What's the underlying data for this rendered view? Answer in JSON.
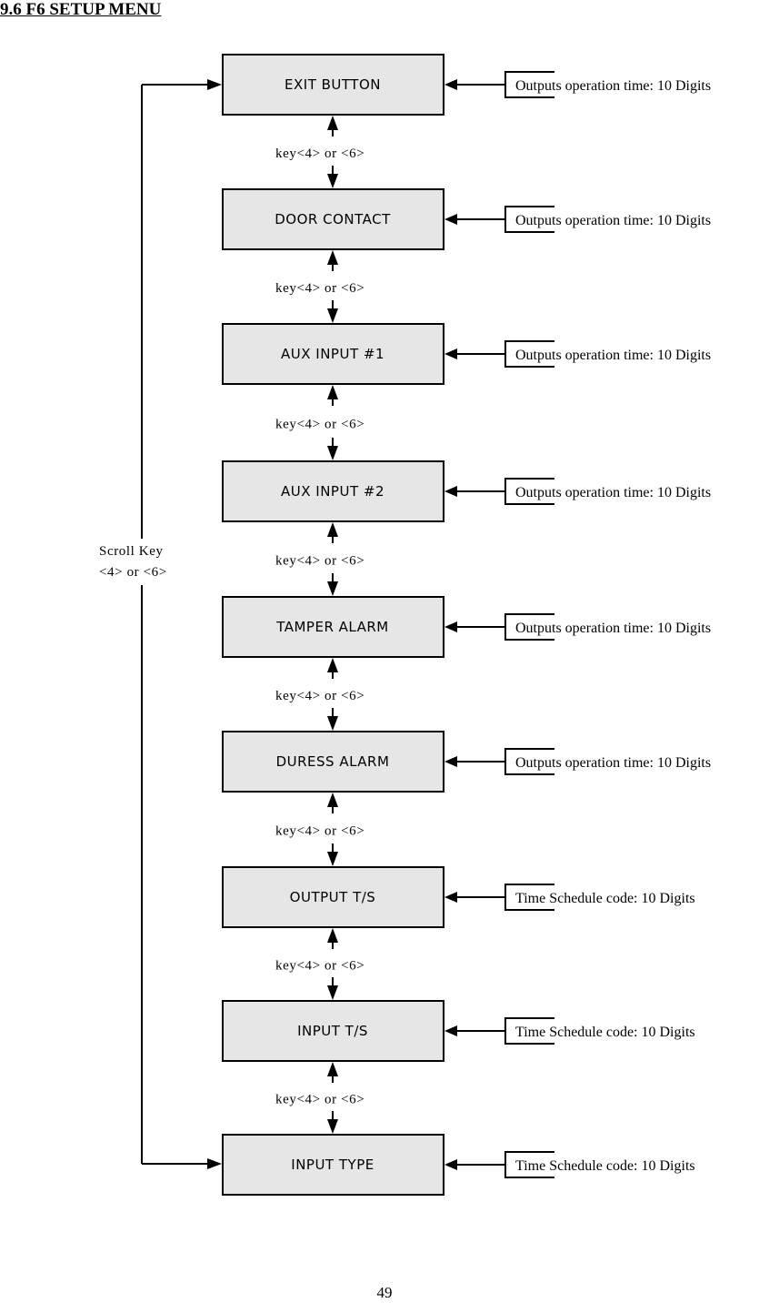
{
  "page": {
    "title": "9.6 F6 SETUP MENU",
    "page_number": "49"
  },
  "menu_items": [
    {
      "label": "EXIT  BUTTON",
      "note": "Outputs operation time: 10 Digits"
    },
    {
      "label": "DOOR CONTACT",
      "note": "Outputs operation time: 10 Digits"
    },
    {
      "label": "AUX INPUT #1",
      "note": "Outputs operation time: 10 Digits"
    },
    {
      "label": "AUX INPUT #2",
      "note": "Outputs operation time: 10 Digits"
    },
    {
      "label": "TAMPER ALARM",
      "note": "Outputs operation time: 10 Digits"
    },
    {
      "label": "DURESS  ALARM",
      "note": "Outputs operation time: 10 Digits"
    },
    {
      "label": "OUTPUT  T/S",
      "note": "Time Schedule code: 10 Digits"
    },
    {
      "label": "INPUT T/S",
      "note": "Time Schedule code: 10 Digits"
    },
    {
      "label": "INPUT TYPE",
      "note": "Time Schedule code: 10 Digits"
    }
  ],
  "key_label": "key<4>  or <6>",
  "scroll": {
    "line1": "Scroll Key",
    "line2": "<4>  or <6>"
  }
}
